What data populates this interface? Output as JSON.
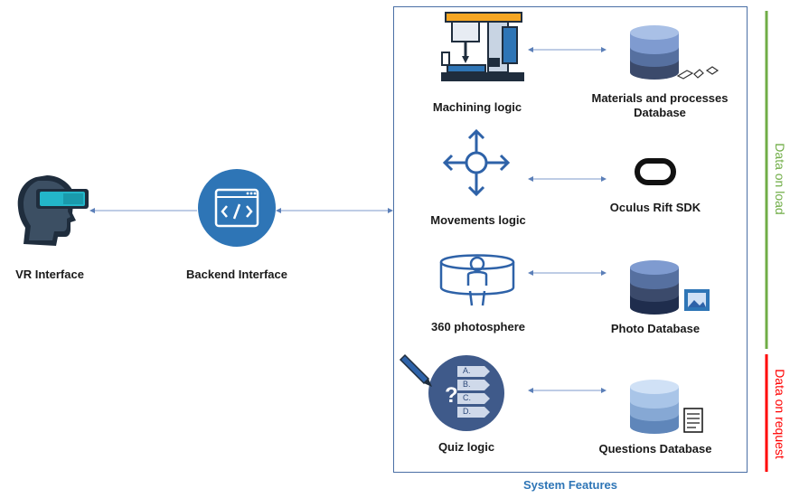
{
  "nodes": {
    "vr": "VR Interface",
    "backend": "Backend Interface",
    "machining": "Machining  logic",
    "materials_db": "Materials and processes\nDatabase",
    "movements": "Movements  logic",
    "oculus": "Oculus Rift SDK",
    "photosphere": "360 photosphere",
    "photo_db": "Photo Database",
    "quiz": "Quiz  logic",
    "questions_db": "Questions Database"
  },
  "quiz_options": [
    "A.",
    "B.",
    "C.",
    "D."
  ],
  "panel_title": "System Features",
  "side_labels": {
    "on_load": "Data on load",
    "on_request": "Data on request"
  },
  "colors": {
    "on_load": "#70ad47",
    "on_request": "#ff0000",
    "accent": "#2e75b6",
    "db_dark": "#3b4a6b"
  }
}
